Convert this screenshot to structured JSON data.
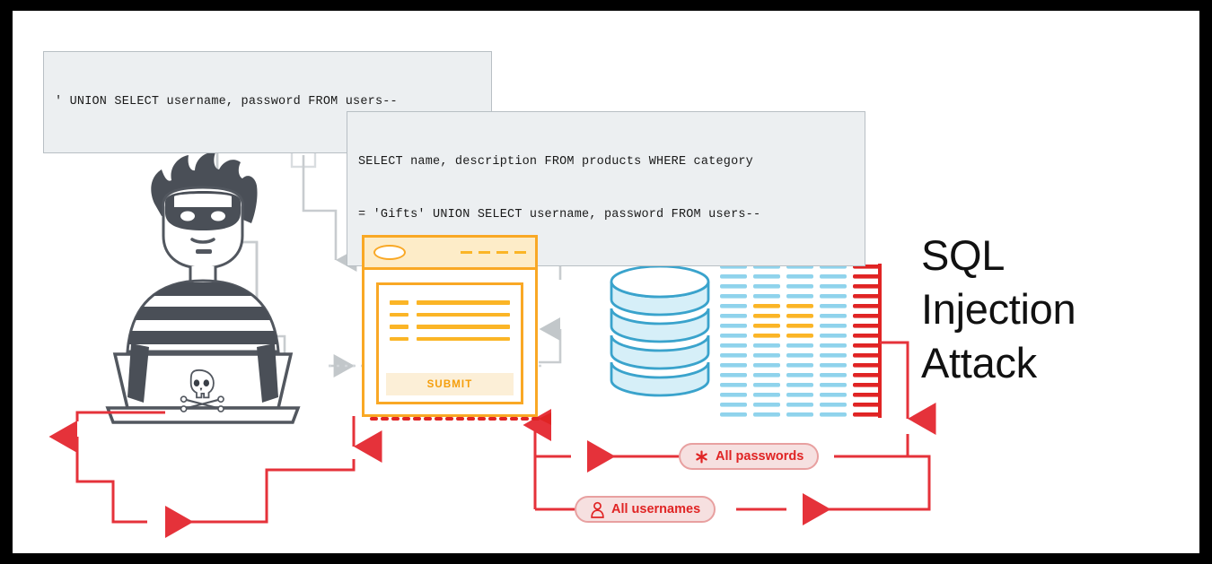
{
  "diagram": {
    "title_lines": [
      "SQL",
      "Injection",
      "Attack"
    ],
    "frame_color": "#000000",
    "canvas_color": "#ffffff"
  },
  "code_boxes": [
    {
      "id": "injected-payload",
      "lines": [
        "' UNION SELECT username, password FROM users--"
      ],
      "background": "#eceff1",
      "border": "#b8bfc4"
    },
    {
      "id": "resulting-query",
      "lines": [
        "SELECT name, description FROM products WHERE category",
        "= 'Gifts' UNION SELECT username, password FROM users--"
      ],
      "background": "#eceff1",
      "border": "#b8bfc4"
    }
  ],
  "browser": {
    "accent": "#F9A825",
    "titlebar_fill": "#FDECC8",
    "menu_dashes": 4,
    "form_rows": 4,
    "submit_label": "SUBMIT"
  },
  "database": {
    "discs": 4,
    "fill": "#D6EFF8",
    "stroke": "#3AA3CC",
    "label": "database-cylinder"
  },
  "records_grid": {
    "columns": 4,
    "rows": 16,
    "normal_color": "#8FD3EC",
    "highlight_color": "#FBB526",
    "leak_color": "#E02424",
    "highlight_rows": [
      5,
      6,
      7,
      8
    ]
  },
  "badges": [
    {
      "id": "all-passwords",
      "icon": "asterisk-icon",
      "label": "All passwords",
      "color": "#E02424",
      "fill": "#F6E0E0",
      "border": "#E8A0A0"
    },
    {
      "id": "all-usernames",
      "icon": "person-icon",
      "label": "All usernames",
      "color": "#E02424",
      "fill": "#F6E0E0",
      "border": "#E8A0A0"
    }
  ],
  "actor": {
    "id": "hacker",
    "description": "masked hacker with laptop",
    "laptop_emblem": "skull-and-crossbones-icon",
    "color": "#4A4F57"
  },
  "flows": {
    "request_color": "#C8CCCF",
    "exfiltration_color": "#E5323A",
    "submit_color": "#C8CCCF",
    "leak_dotted_color": "#E02424"
  }
}
